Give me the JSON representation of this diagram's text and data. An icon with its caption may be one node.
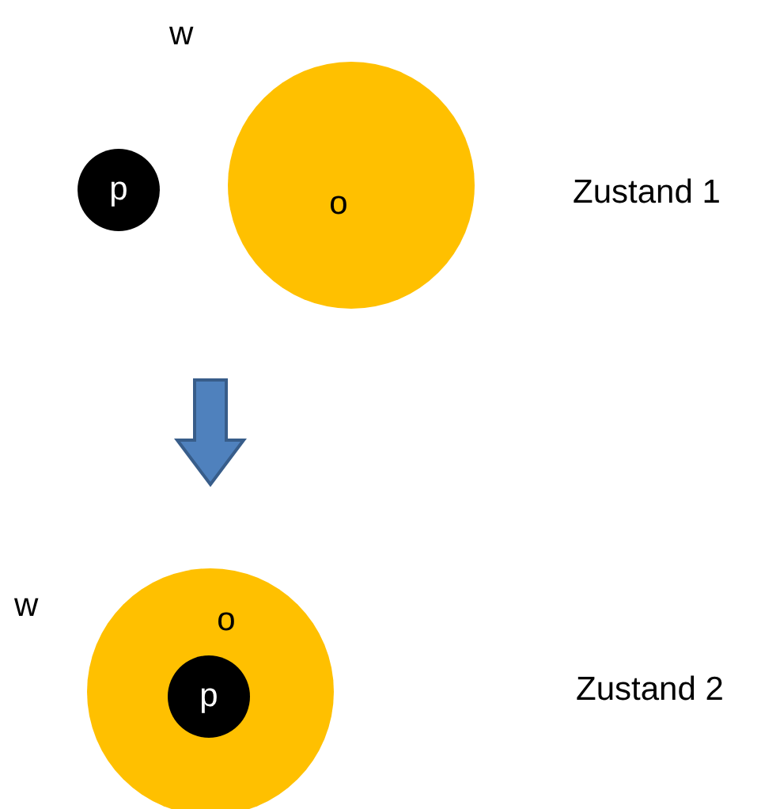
{
  "diagram": {
    "nodes": [
      {
        "text": [
          "p"
        ]
      },
      {
        "text": [
          "o"
        ]
      },
      {
        "text": [
          "o"
        ]
      },
      {
        "text": [
          "p"
        ],
        "in": 2
      }
    ],
    "labels": [
      "w",
      "Zustand 1",
      "w",
      "Zustand 2"
    ]
  }
}
